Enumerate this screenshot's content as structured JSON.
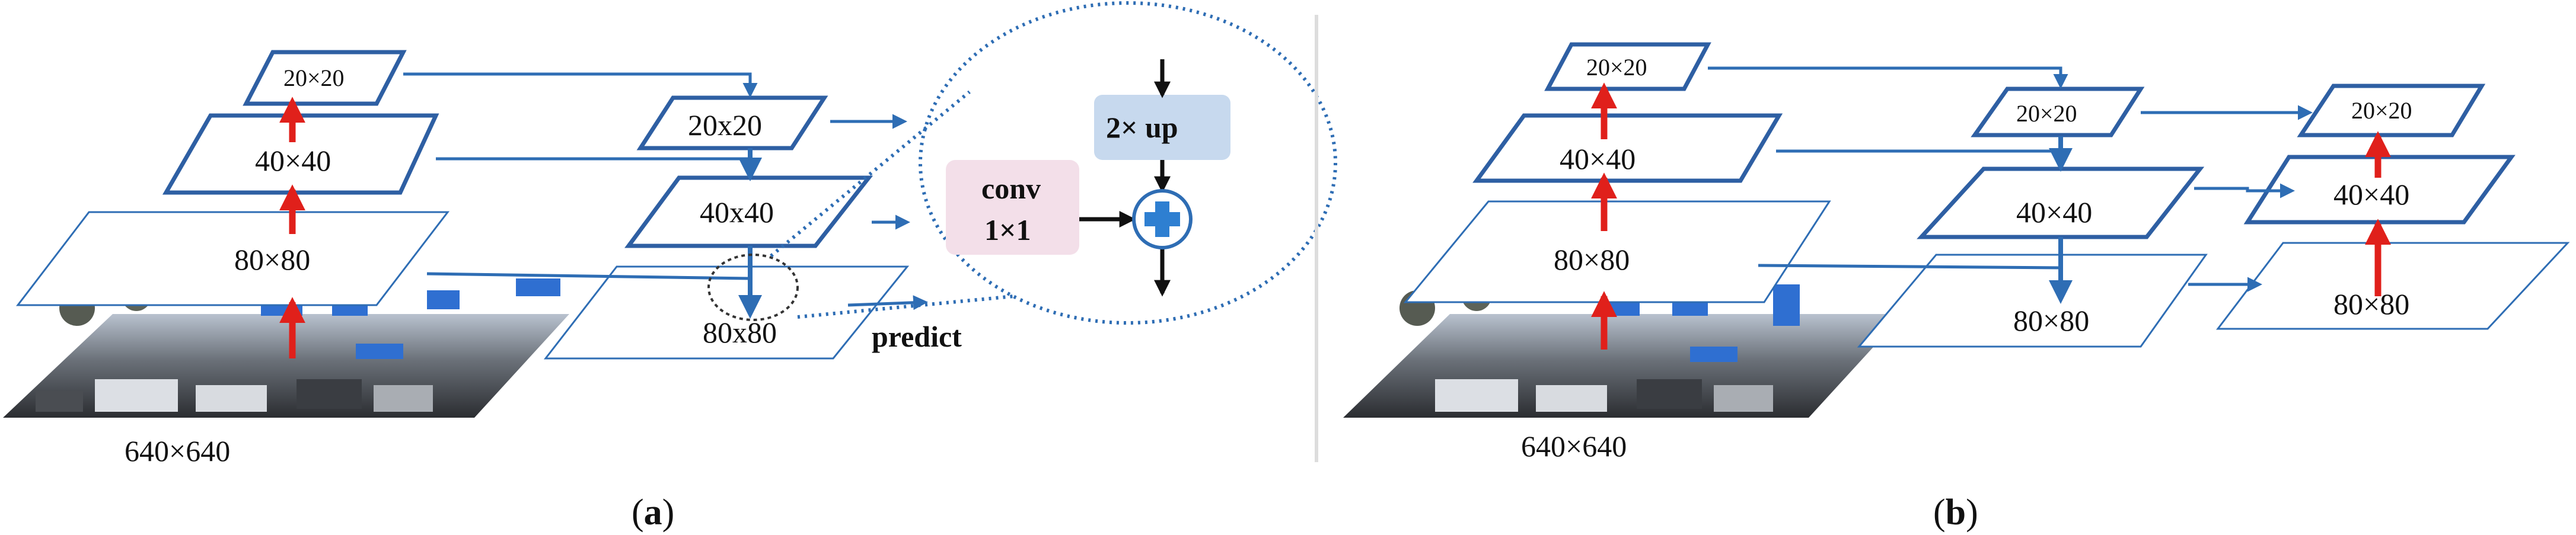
{
  "panel_a": {
    "caption_open": "(",
    "caption_letter": "a",
    "caption_close": ")",
    "input_label": "640×640",
    "backbone": [
      "80×80",
      "40×40",
      "20×20"
    ],
    "neck": [
      "20x20",
      "40x40",
      "80x80"
    ],
    "predict_label": "predict",
    "zoom": {
      "conv_line1": "conv",
      "conv_line2": "1×1",
      "up_label": "2× up"
    }
  },
  "panel_b": {
    "caption_open": "(",
    "caption_letter": "b",
    "caption_close": ")",
    "input_label": "640×640",
    "backbone": [
      "80×80",
      "40×40",
      "20×20"
    ],
    "middle": [
      "20×20",
      "40×40",
      "80×80"
    ],
    "right": [
      "20×20",
      "40×40",
      "80×80"
    ]
  },
  "colors": {
    "feature_stroke": "#2e5fa3",
    "arrow_blue": "#2e6db4",
    "arrow_red": "#e0201b",
    "conv_box": "#f3dfe9",
    "up_box": "#c7d9ee",
    "divider": "#dddddd"
  }
}
